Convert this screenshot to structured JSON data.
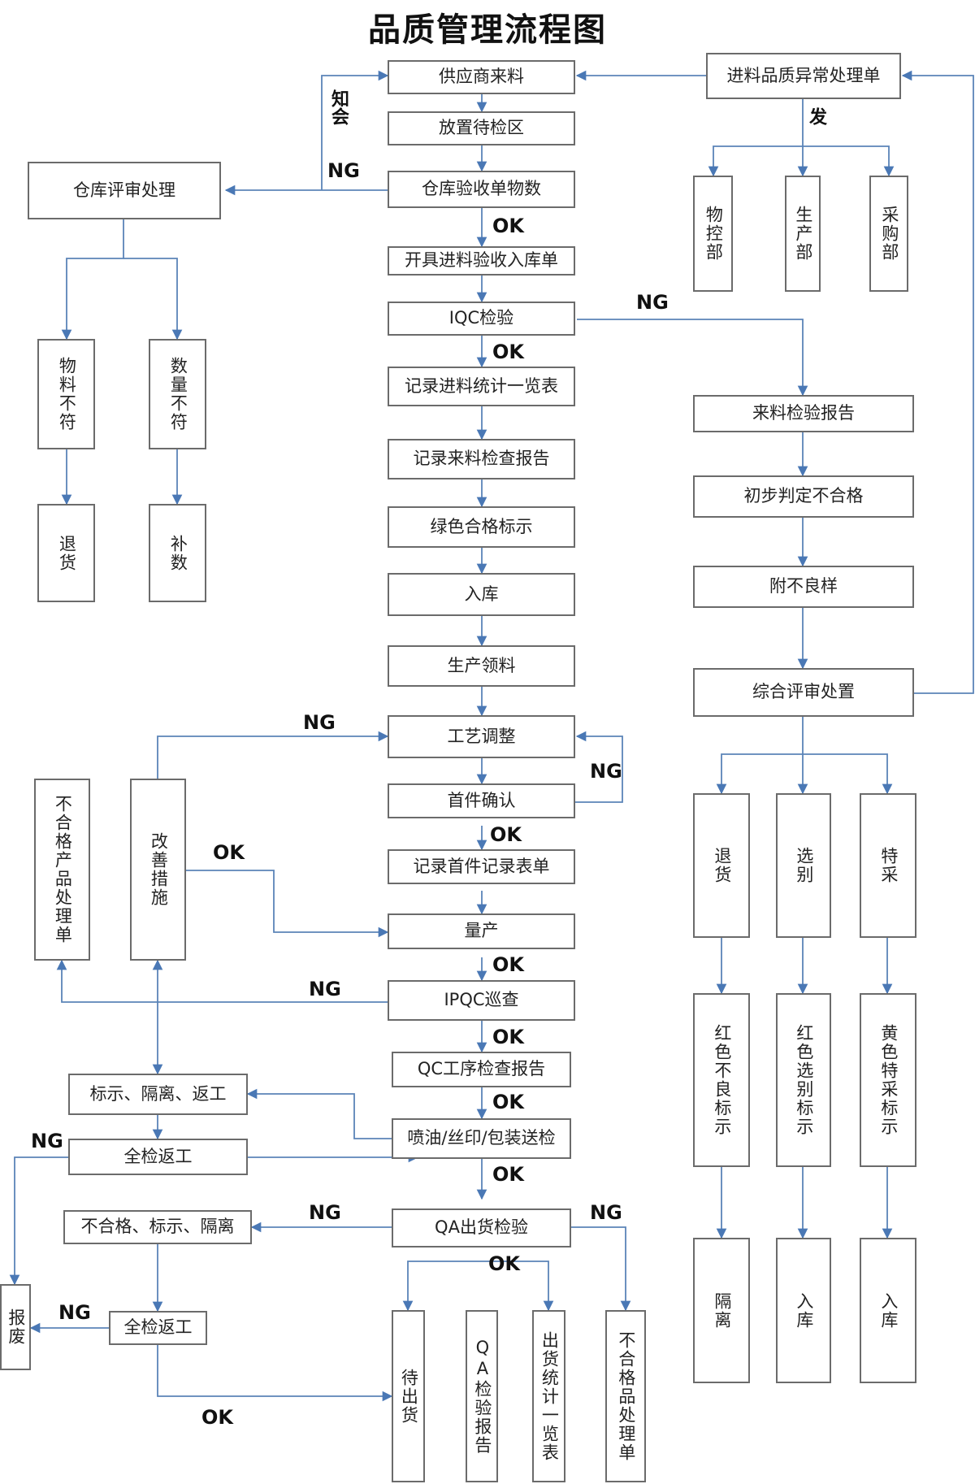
{
  "title": "品质管理流程图",
  "main_flow": {
    "supplier_material": "供应商来料",
    "to_inspection_area": "放置待检区",
    "warehouse_receive": "仓库验收单物数",
    "receipt_note": "开具进料验收入库单",
    "iqc": "IQC检验",
    "record_stats": "记录进料统计一览表",
    "record_report": "记录来料检查报告",
    "green_label": "绿色合格标示",
    "store": "入库",
    "production_pick": "生产领料",
    "process_adjust": "工艺调整",
    "first_article": "首件确认",
    "first_article_record": "记录首件记录表单",
    "mass_production": "量产",
    "ipqc": "IPQC巡查",
    "qc_report": "QC工序检查报告",
    "spray_print_pack": "喷油/丝印/包装送检",
    "qa_outgoing": "QA出货检验"
  },
  "warehouse_review": {
    "title": "仓库评审处理",
    "material_mismatch": "物料不符",
    "quantity_mismatch": "数量不符",
    "return_goods": "退货",
    "replenish": "补数"
  },
  "abnormal": {
    "form": "进料品质异常处理单",
    "material_control": "物控部",
    "production": "生产部",
    "purchasing": "采购部"
  },
  "incoming_report": {
    "report": "来料检验报告",
    "preliminary": "初步判定不合格",
    "attach_sample": "附不良样",
    "review": "综合评审处置"
  },
  "dispositions": {
    "return_goods": "退货",
    "sorting": "选别",
    "special_purchase": "特采",
    "red_defect_label": "红色不良标示",
    "red_sorting_label": "红色选别标示",
    "yellow_special_label": "黄色特采标示",
    "isolate": "隔离",
    "store_1": "入库",
    "store_2": "入库"
  },
  "nonconforming": {
    "form": "不合格产品处理单",
    "improvement": "改善措施",
    "mark_isolate_rework": "标示、隔离、返工",
    "full_rework_1": "全检返工",
    "fail_mark_isolate": "不合格、标示、隔离",
    "full_rework_2": "全检返工",
    "scrap": "报废"
  },
  "outgoing": {
    "pending_shipment": "待出货",
    "qa_report": "QA检验报告",
    "shipment_stats": "出货统计一览表",
    "nonconforming_handling": "不合格品处理单"
  },
  "labels": {
    "notify": "知会",
    "issue": "发",
    "ng": "NG",
    "ok": "OK"
  },
  "colors": {
    "connector": "#5b84b8",
    "box_border": "#6b6b6b"
  }
}
